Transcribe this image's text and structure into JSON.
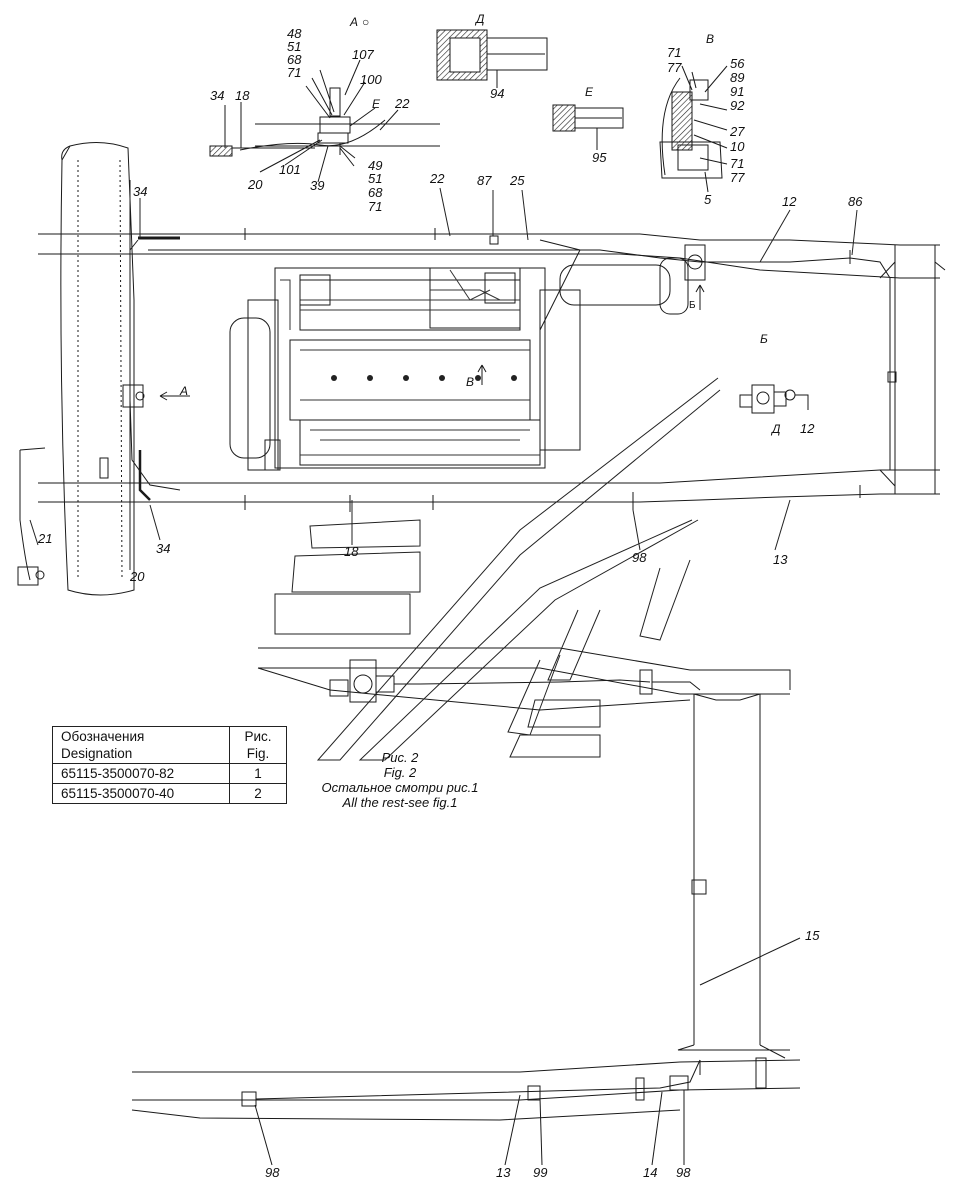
{
  "colors": {
    "line": "#1a1a1a",
    "shade": "#333333",
    "paper": "#ffffff"
  },
  "views": {
    "a_view": "А",
    "b_view": "В",
    "b2_view": "Б",
    "d_view": "Д",
    "e_view": "Е",
    "e_small": "Е",
    "arrow_a": "А",
    "arrow_b_engine": "В",
    "arrow_b_small": "Б",
    "d_small": "Д"
  },
  "callouts": {
    "c48": "48",
    "c51a": "51",
    "c68a": "68",
    "c71a": "71",
    "c107": "107",
    "c100": "100",
    "c34a": "34",
    "c18a": "18",
    "c22a": "22",
    "c20a": "20",
    "c101": "101",
    "c39": "39",
    "c49": "49",
    "c51b": "51",
    "c68b": "68",
    "c71b": "71",
    "c94": "94",
    "c95": "95",
    "c71c": "71",
    "c77a": "77",
    "c56": "56",
    "c89": "89",
    "c91": "91",
    "c92": "92",
    "c27": "27",
    "c10": "10",
    "c71d": "71",
    "c77b": "77",
    "c5": "5",
    "c22b": "22",
    "c87": "87",
    "c25": "25",
    "c12a": "12",
    "c86": "86",
    "c34b": "34",
    "c12b": "12",
    "c21": "21",
    "c34c": "34",
    "c20b": "20",
    "c18b": "18",
    "c98a": "98",
    "c13a": "13",
    "c15": "15",
    "c98b": "98",
    "c13b": "13",
    "c99": "99",
    "c14": "14",
    "c98c": "98"
  },
  "caption": {
    "line1": "Рис. 2",
    "line2": "Fig. 2",
    "line3": "Остальное смотри рис.1",
    "line4": "All the rest-see fig.1"
  },
  "designation_table": {
    "header_designation_ru": "Обозначения",
    "header_designation_en": "Designation",
    "header_fig_ru": "Рис.",
    "header_fig_en": "Fig.",
    "rows": [
      {
        "designation": "65115-3500070-82",
        "fig": "1"
      },
      {
        "designation": "65115-3500070-40",
        "fig": "2"
      }
    ]
  }
}
